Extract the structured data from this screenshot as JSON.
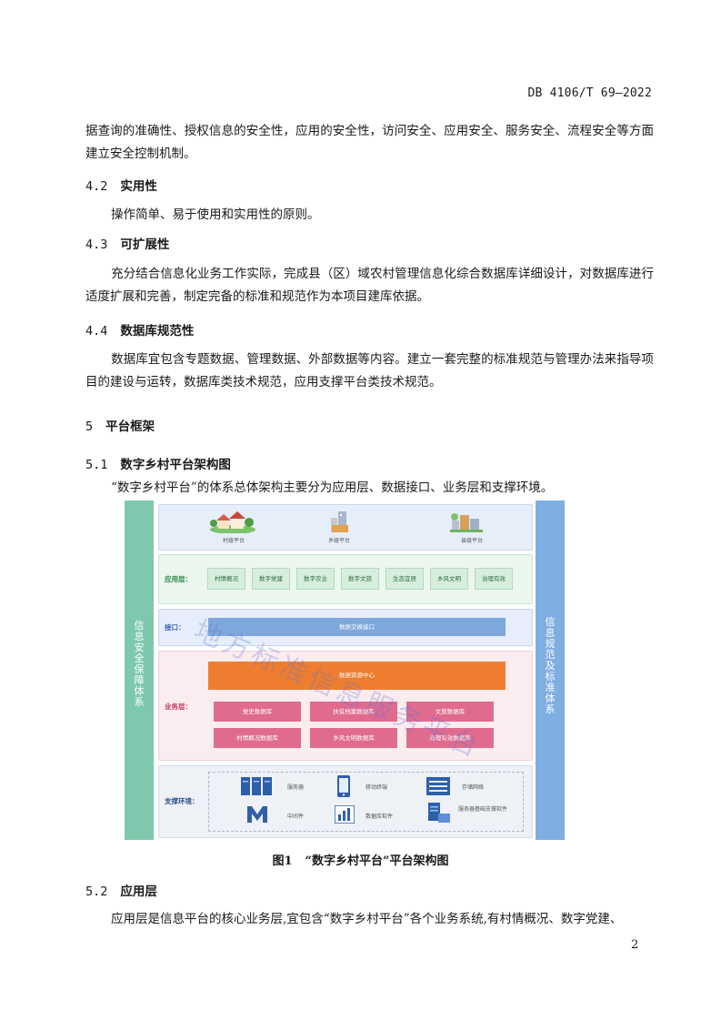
{
  "header": {
    "code": "DB 4106/T 69—2022"
  },
  "paragraphs": {
    "p1": "据查询的准确性、授权信息的安全性，应用的安全性，访问安全、应用安全、服务安全、流程安全等方面建立安全控制机制。",
    "p2": "操作简单、易于使用和实用性的原则。",
    "p3": "充分结合信息化业务工作实际，完成县（区）域农村管理信息化综合数据库详细设计，对数据库进行适度扩展和完善，制定完备的标准和规范作为本项目建库依据。",
    "p4": "数据库宜包含专题数据、管理数据、外部数据等内容。建立一套完整的标准规范与管理办法来指导项目的建设与运转，数据库类技术规范，应用支撑平台类技术规范。",
    "p5": "“数字乡村平台”的体系总体架构主要分为应用层、数据接口、业务层和支撑环境。",
    "p6": "应用层是信息平台的核心业务层,宜包含“数字乡村平台”各个业务系统,有村情概况、数字党建、"
  },
  "headings": {
    "h42": {
      "num": "4.2",
      "text": "实用性"
    },
    "h43": {
      "num": "4.3",
      "text": "可扩展性"
    },
    "h44": {
      "num": "4.4",
      "text": "数据库规范性"
    },
    "h5": {
      "num": "5",
      "text": "平台框架"
    },
    "h51": {
      "num": "5.1",
      "text": "数字乡村平台架构图"
    },
    "h52": {
      "num": "5.2",
      "text": "应用层"
    }
  },
  "diagram": {
    "left_side": "信息安全保障体系",
    "right_side": "信息规范及标准体系",
    "top_items": [
      "村级平台",
      "乡级平台",
      "县级平台"
    ],
    "app_layer": {
      "label": "应用层：",
      "items": [
        "村情概况",
        "数字党建",
        "数字农业",
        "数字文旅",
        "生态宜居",
        "乡风文明",
        "治理有效"
      ]
    },
    "interface_layer": {
      "label": "接口：",
      "bar": "数据交换接口"
    },
    "business_layer": {
      "label": "业务层：",
      "center": "数据资源中心",
      "items": [
        "党史数据库",
        "扶贫档案数据库",
        "文旅数据库",
        "村情概况数据库",
        "乡风文明数据库",
        "治理有效数据库"
      ]
    },
    "support_layer": {
      "label": "支撑环境：",
      "items": [
        "服务器",
        "移动终端",
        "存储网络",
        "中间件",
        "数据库软件",
        "服务器基础支撑软件"
      ]
    },
    "colors": {
      "left": "#7ec9ad",
      "right": "#7eaee2",
      "orange": "#ef7d2f",
      "pink": "#e06b8f",
      "blue": "#7ea7dc"
    }
  },
  "caption": {
    "num": "图1",
    "text": "“数字乡村平台”平台架构图"
  },
  "watermark": "地方标准信息服务平台",
  "page_number": "2"
}
